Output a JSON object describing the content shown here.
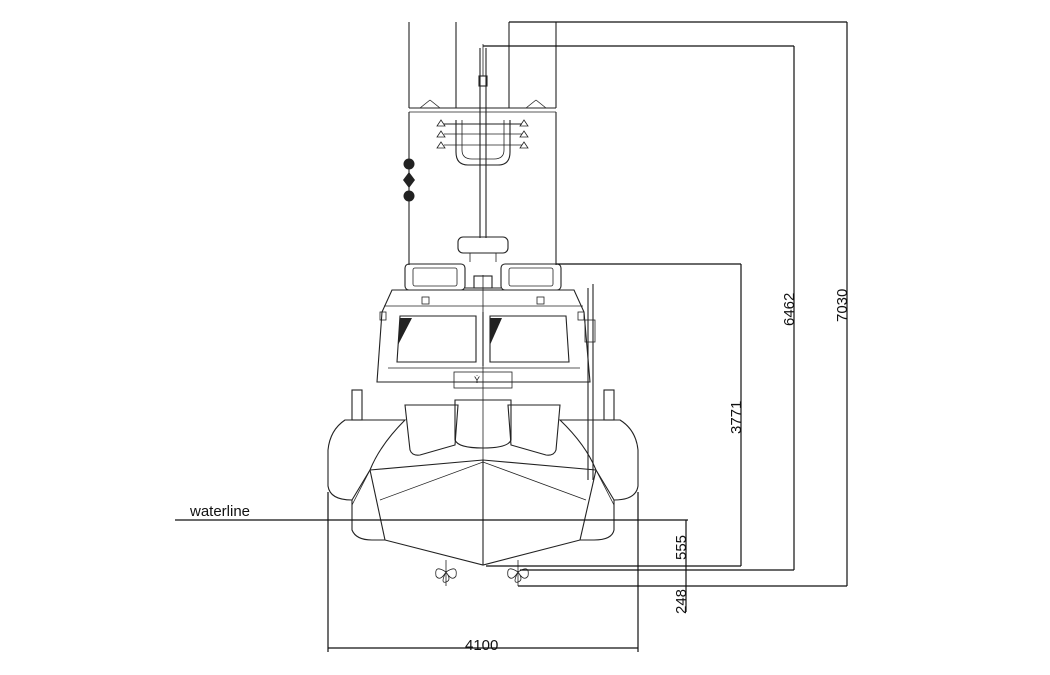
{
  "labels": {
    "waterline": "waterline",
    "beam": "4100",
    "draft_hull": "555",
    "draft_prop": "248",
    "height_cabin": "3771",
    "height_mast": "6462",
    "height_total": "7030"
  },
  "colors": {
    "line": "#222222",
    "background": "#ffffff"
  }
}
